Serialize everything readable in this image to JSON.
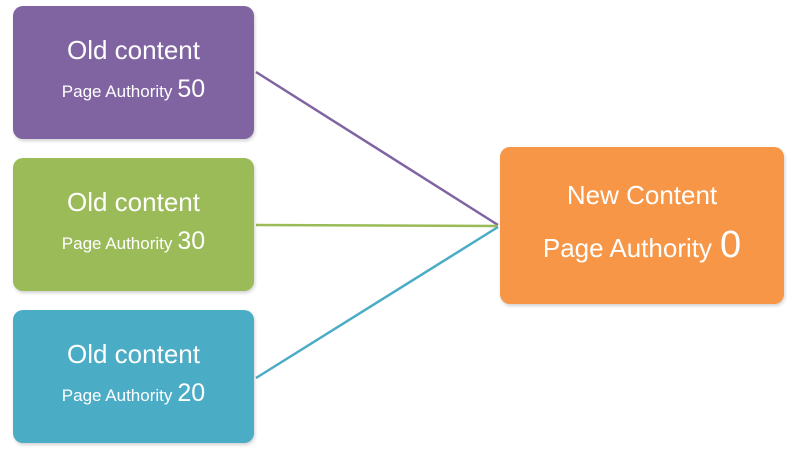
{
  "colors": {
    "old_1": "#8064a2",
    "old_2": "#9bbb59",
    "old_3": "#4bacc6",
    "new": "#f79646"
  },
  "old_boxes": [
    {
      "title": "Old content",
      "label": "Page Authority",
      "value": "50"
    },
    {
      "title": "Old content",
      "label": "Page Authority",
      "value": "30"
    },
    {
      "title": "Old content",
      "label": "Page Authority",
      "value": "20"
    }
  ],
  "new_box": {
    "title": "New Content",
    "label": "Page Authority",
    "value": "0"
  }
}
